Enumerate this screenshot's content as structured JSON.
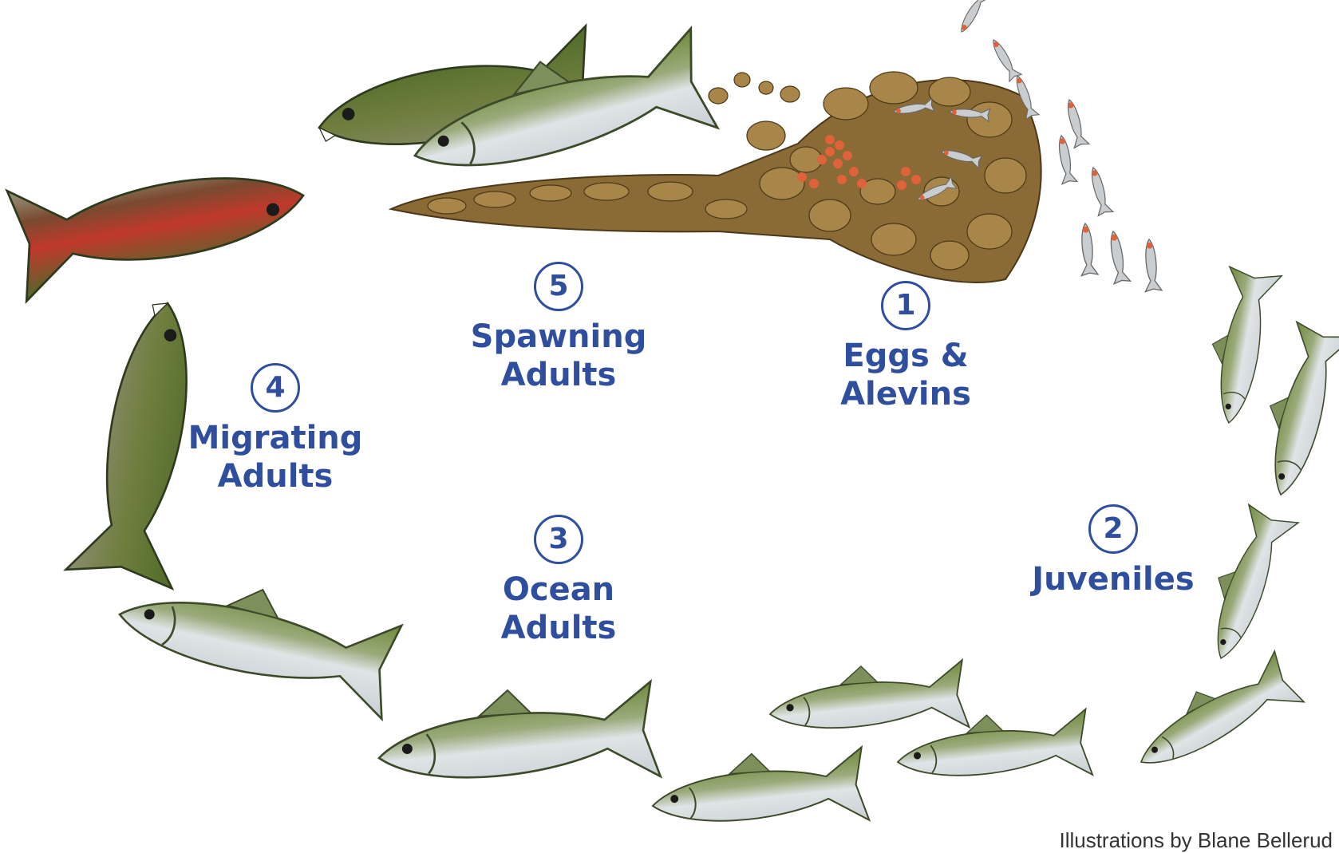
{
  "stages": [
    {
      "number": "1",
      "line1": "Eggs &",
      "line2": "Alevins"
    },
    {
      "number": "2",
      "line1": "Juveniles",
      "line2": ""
    },
    {
      "number": "3",
      "line1": "Ocean",
      "line2": "Adults"
    },
    {
      "number": "4",
      "line1": "Migrating",
      "line2": "Adults"
    },
    {
      "number": "5",
      "line1": "Spawning",
      "line2": "Adults"
    }
  ],
  "credit": "Illustrations by Blane Bellerud",
  "colors": {
    "label_blue": "#2f4f9e",
    "salmon_back": "#6f8a3c",
    "salmon_belly": "#dfe4e6",
    "spawning_red": "#c0392b",
    "gravel": "#8a6a35",
    "eggs": "#e0623a"
  },
  "icons": {
    "salmon": "salmon-illustration",
    "redd": "gravel-nest-illustration",
    "eggs": "salmon-egg-illustration",
    "alevin": "alevin-illustration"
  }
}
